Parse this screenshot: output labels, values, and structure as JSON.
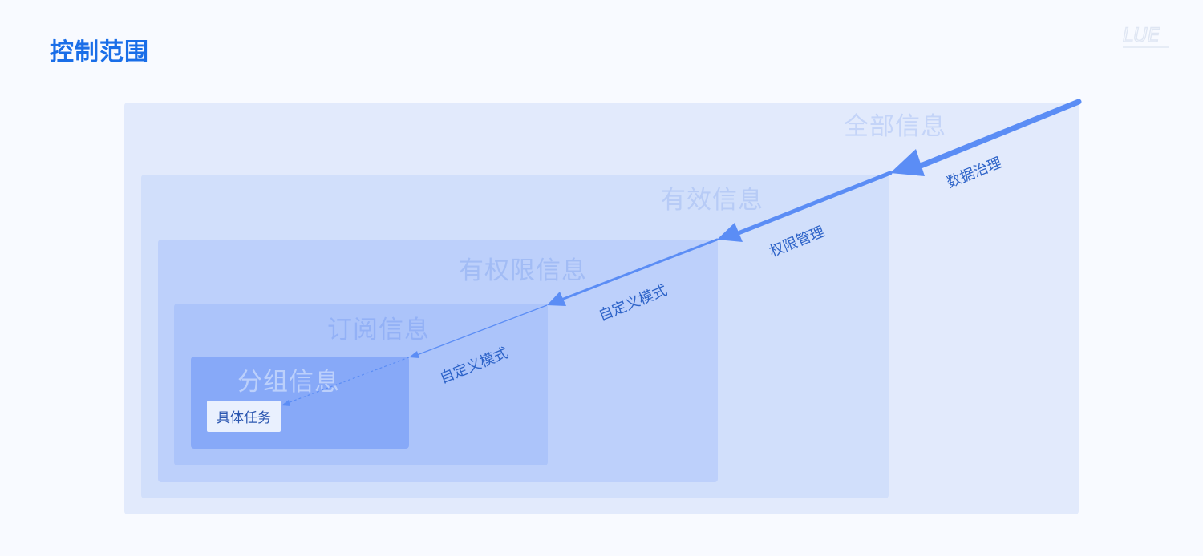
{
  "page": {
    "title": "控制范围",
    "logo": "LUE"
  },
  "scopes": [
    {
      "label": "全部信息"
    },
    {
      "label": "有效信息"
    },
    {
      "label": "有权限信息"
    },
    {
      "label": "订阅信息"
    },
    {
      "label": "分组信息"
    }
  ],
  "task": {
    "label": "具体任务"
  },
  "arrows": [
    {
      "label": "数据治理"
    },
    {
      "label": "权限管理"
    },
    {
      "label": "自定义模式"
    },
    {
      "label": "自定义模式"
    }
  ],
  "colors": {
    "title": "#1a6ee8",
    "arrow": "#5b8df5",
    "arrow_label": "#2d63c8"
  }
}
